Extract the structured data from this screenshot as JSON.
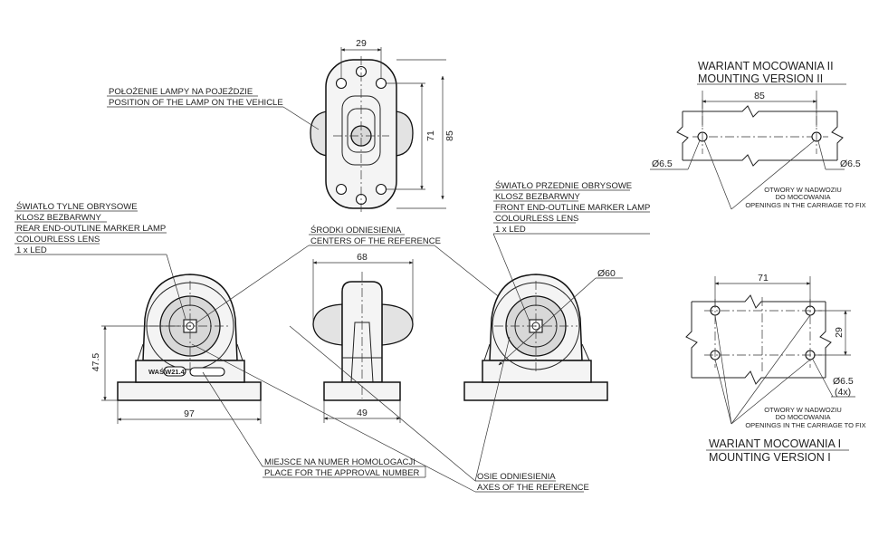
{
  "top_view": {
    "dim_width": "29",
    "dim_inner_height": "71",
    "dim_outer_height": "85"
  },
  "lamp_position": {
    "pl": "POŁOŻENIE LAMPY NA POJEŹDZIE",
    "en": "POSITION OF THE LAMP ON THE VEHICLE"
  },
  "rear_lamp": {
    "line1": "ŚWIATŁO TYLNE OBRYSOWE",
    "line2": "KLOSZ BEZBARWNY",
    "line3": "REAR END-OUTLINE MARKER LAMP",
    "line4": "COLOURLESS LENS",
    "line5": "1 x LED"
  },
  "front_lamp": {
    "line1": "ŚWIATŁO PRZEDNIE OBRYSOWE",
    "line2": "KLOSZ BEZBARWNY",
    "line3": "FRONT END-OUTLINE MARKER LAMP",
    "line4": "COLOURLESS LENS",
    "line5": "1 x LED"
  },
  "reference_centers": {
    "pl": "ŚRODKI ODNIESIENIA",
    "en": "CENTERS OF THE REFERENCE"
  },
  "approval_place": {
    "pl": "MIEJSCE NA NUMER HOMOLOGACJI",
    "en": "PLACE FOR THE APPROVAL NUMBER"
  },
  "reference_axes": {
    "pl": "OSIE ODNIESIENIA",
    "en": "AXES OF THE REFERENCE"
  },
  "rear_view": {
    "dim_height": "47.5",
    "dim_base": "97",
    "marking": "WAŚ",
    "approval_box": "W21.4"
  },
  "side_view": {
    "dim_top": "68",
    "dim_base": "49"
  },
  "front_view": {
    "dim_lens": "Ø60"
  },
  "mounting_v2": {
    "title_pl": "WARIANT MOCOWANIA II",
    "title_en": "MOUNTING VERSION II",
    "dim_spacing": "85",
    "hole_left": "Ø6.5",
    "hole_right": "Ø6.5",
    "note1": "OTWORY W NADWOZIU",
    "note2": "DO MOCOWANIA",
    "note3": "OPENINGS IN THE CARRIAGE TO FIX"
  },
  "mounting_v1": {
    "title_pl": "WARIANT MOCOWANIA I",
    "title_en": "MOUNTING VERSION I",
    "dim_spacing": "71",
    "dim_vertical": "29",
    "hole": "Ø6.5",
    "hole_count": "(4x)",
    "note1": "OTWORY W NADWOZIU",
    "note2": "DO MOCOWANIA",
    "note3": "OPENINGS IN THE CARRIAGE TO FIX"
  }
}
